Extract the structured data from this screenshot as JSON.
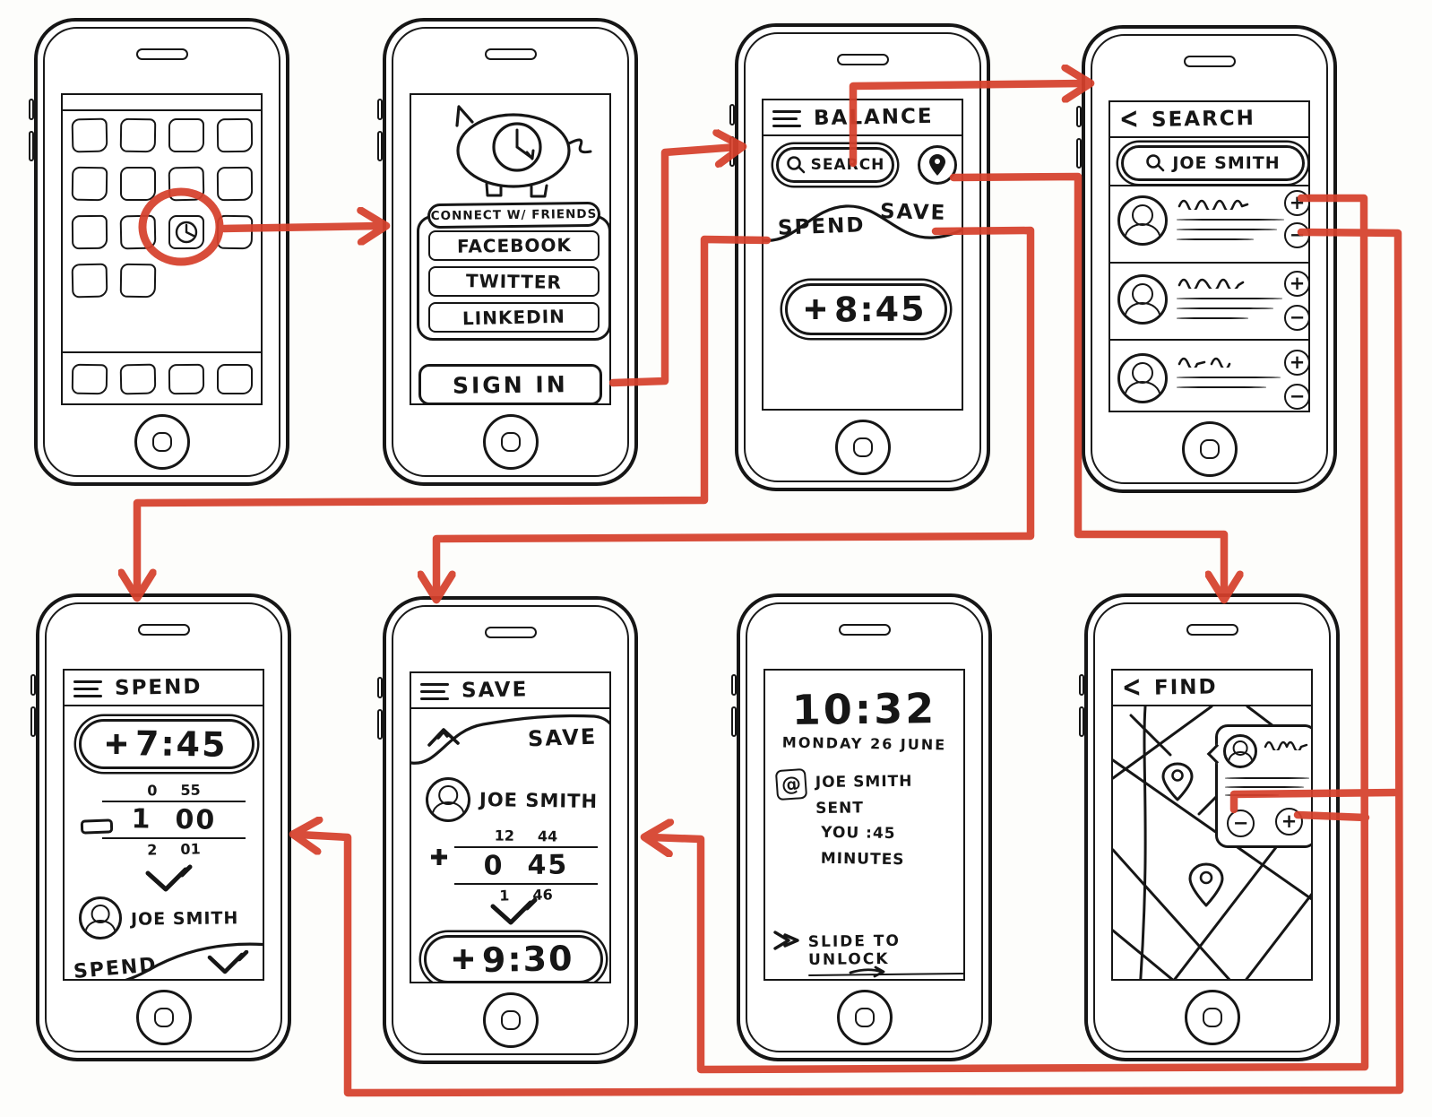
{
  "palette": {
    "ink": "#161616",
    "flow_red": "#d6402c",
    "paper": "#fdfdfb"
  },
  "icons": {
    "plus": "+",
    "minus": "−",
    "back_chevron": "<",
    "at": "@"
  },
  "screens": {
    "home": {
      "app_rows": [
        4,
        4,
        4,
        2
      ],
      "dock_count": 4,
      "highlighted_app": "clock"
    },
    "signin": {
      "connect_label": "CONNECT W/ FRIENDS",
      "providers": [
        "FACEBOOK",
        "TWITTER",
        "LINKEDIN"
      ],
      "signin_label": "SIGN IN"
    },
    "balance": {
      "title": "BALANCE",
      "search_label": "SEARCH",
      "spend_tab": "SPEND",
      "save_tab": "SAVE",
      "balance_sign": "+",
      "balance_value": "8:45"
    },
    "search": {
      "title": "SEARCH",
      "query": "JOE SMITH",
      "result_count": 3
    },
    "spend": {
      "title": "SPEND",
      "balance_sign": "+",
      "balance_value": "7:45",
      "operator": "−",
      "picker_rows": [
        [
          "0",
          "55"
        ],
        [
          "1",
          "00"
        ],
        [
          "2",
          "01"
        ]
      ],
      "contact": "JOE SMITH",
      "bottom_tab": "SPEND"
    },
    "save": {
      "title": "SAVE",
      "top_tab": "SAVE",
      "contact": "JOE SMITH",
      "operator": "+",
      "picker_rows": [
        [
          "12",
          "44"
        ],
        [
          "0",
          "45"
        ],
        [
          "1",
          "46"
        ]
      ],
      "result_sign": "+",
      "result_value": "9:30"
    },
    "lock": {
      "time": "10:32",
      "date": "MONDAY 26 JUNE",
      "notification_line1": "JOE SMITH SENT",
      "notification_line2": "YOU :45 MINUTES",
      "slide_label": "SLIDE TO UNLOCK"
    },
    "find": {
      "title": "FIND"
    }
  }
}
